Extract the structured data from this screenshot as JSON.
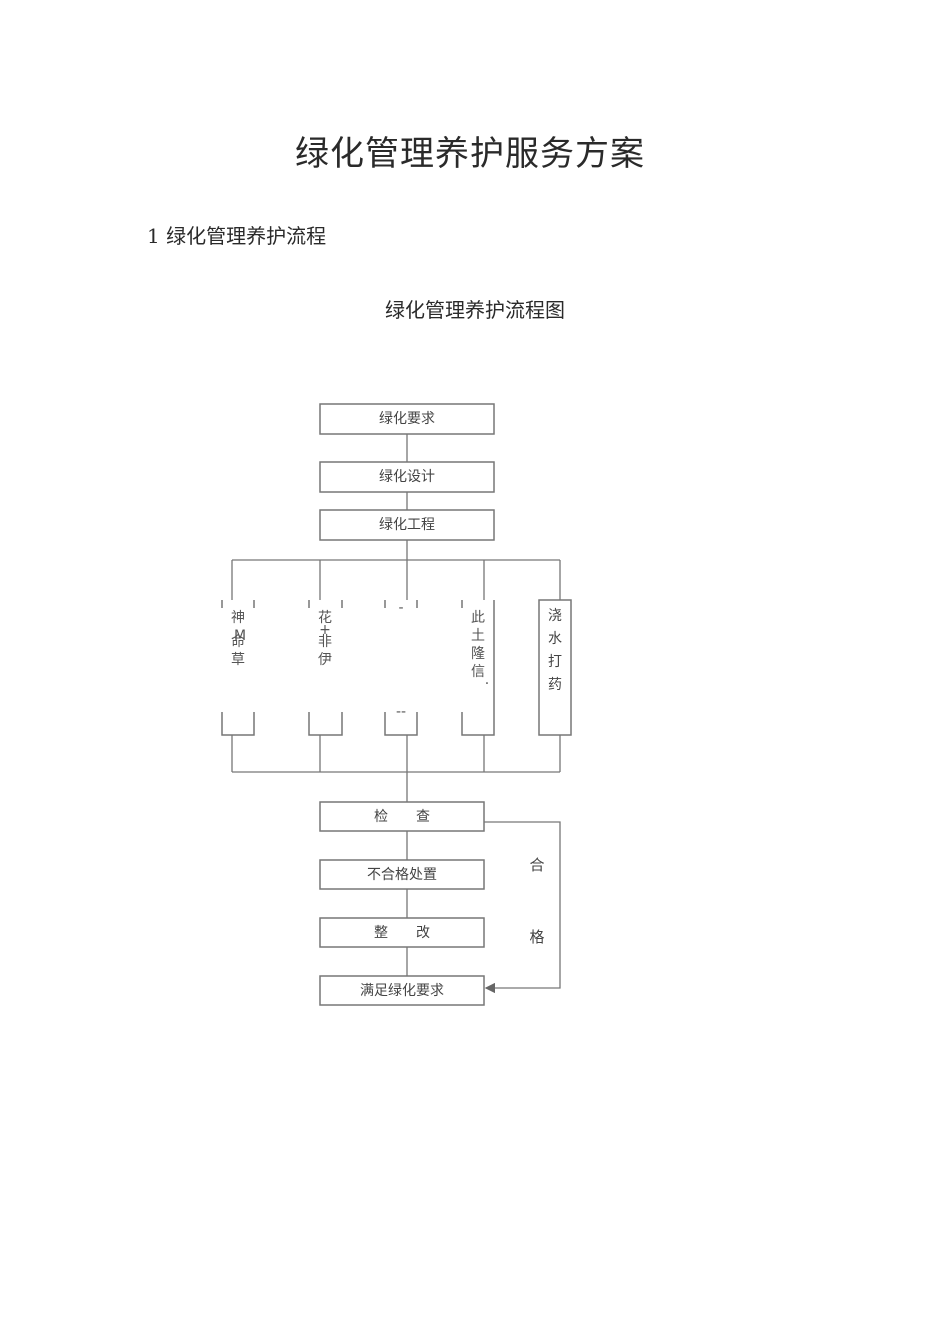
{
  "document": {
    "title": "绿化管理养护服务方案",
    "section_heading": "1 绿化管理养护流程",
    "figure_title": "绿化管理养护流程图"
  },
  "flowchart": {
    "top_steps": [
      {
        "label": "绿化要求"
      },
      {
        "label": "绿化设计"
      },
      {
        "label": "绿化工程"
      }
    ],
    "branches": [
      {
        "top": "神",
        "middle": "M",
        "bottom": [
          "命",
          "草"
        ]
      },
      {
        "top": "花",
        "middle": "+",
        "bottom": [
          "非",
          "伊"
        ]
      },
      {
        "top": "-",
        "middle": "",
        "bottom": [
          "--"
        ]
      },
      {
        "top": "此",
        "middle": "",
        "bottom": [
          "土",
          "隆",
          "信",
          "."
        ]
      },
      {
        "top": "浇",
        "middle": "",
        "bottom": [
          "水",
          "打",
          "药"
        ]
      }
    ],
    "bottom_steps": [
      {
        "label": "检　　查"
      },
      {
        "label": "不合格处置"
      },
      {
        "label": "整　　改"
      },
      {
        "label": "满足绿化要求"
      }
    ],
    "pass_edge_label": [
      "合",
      "格"
    ]
  }
}
